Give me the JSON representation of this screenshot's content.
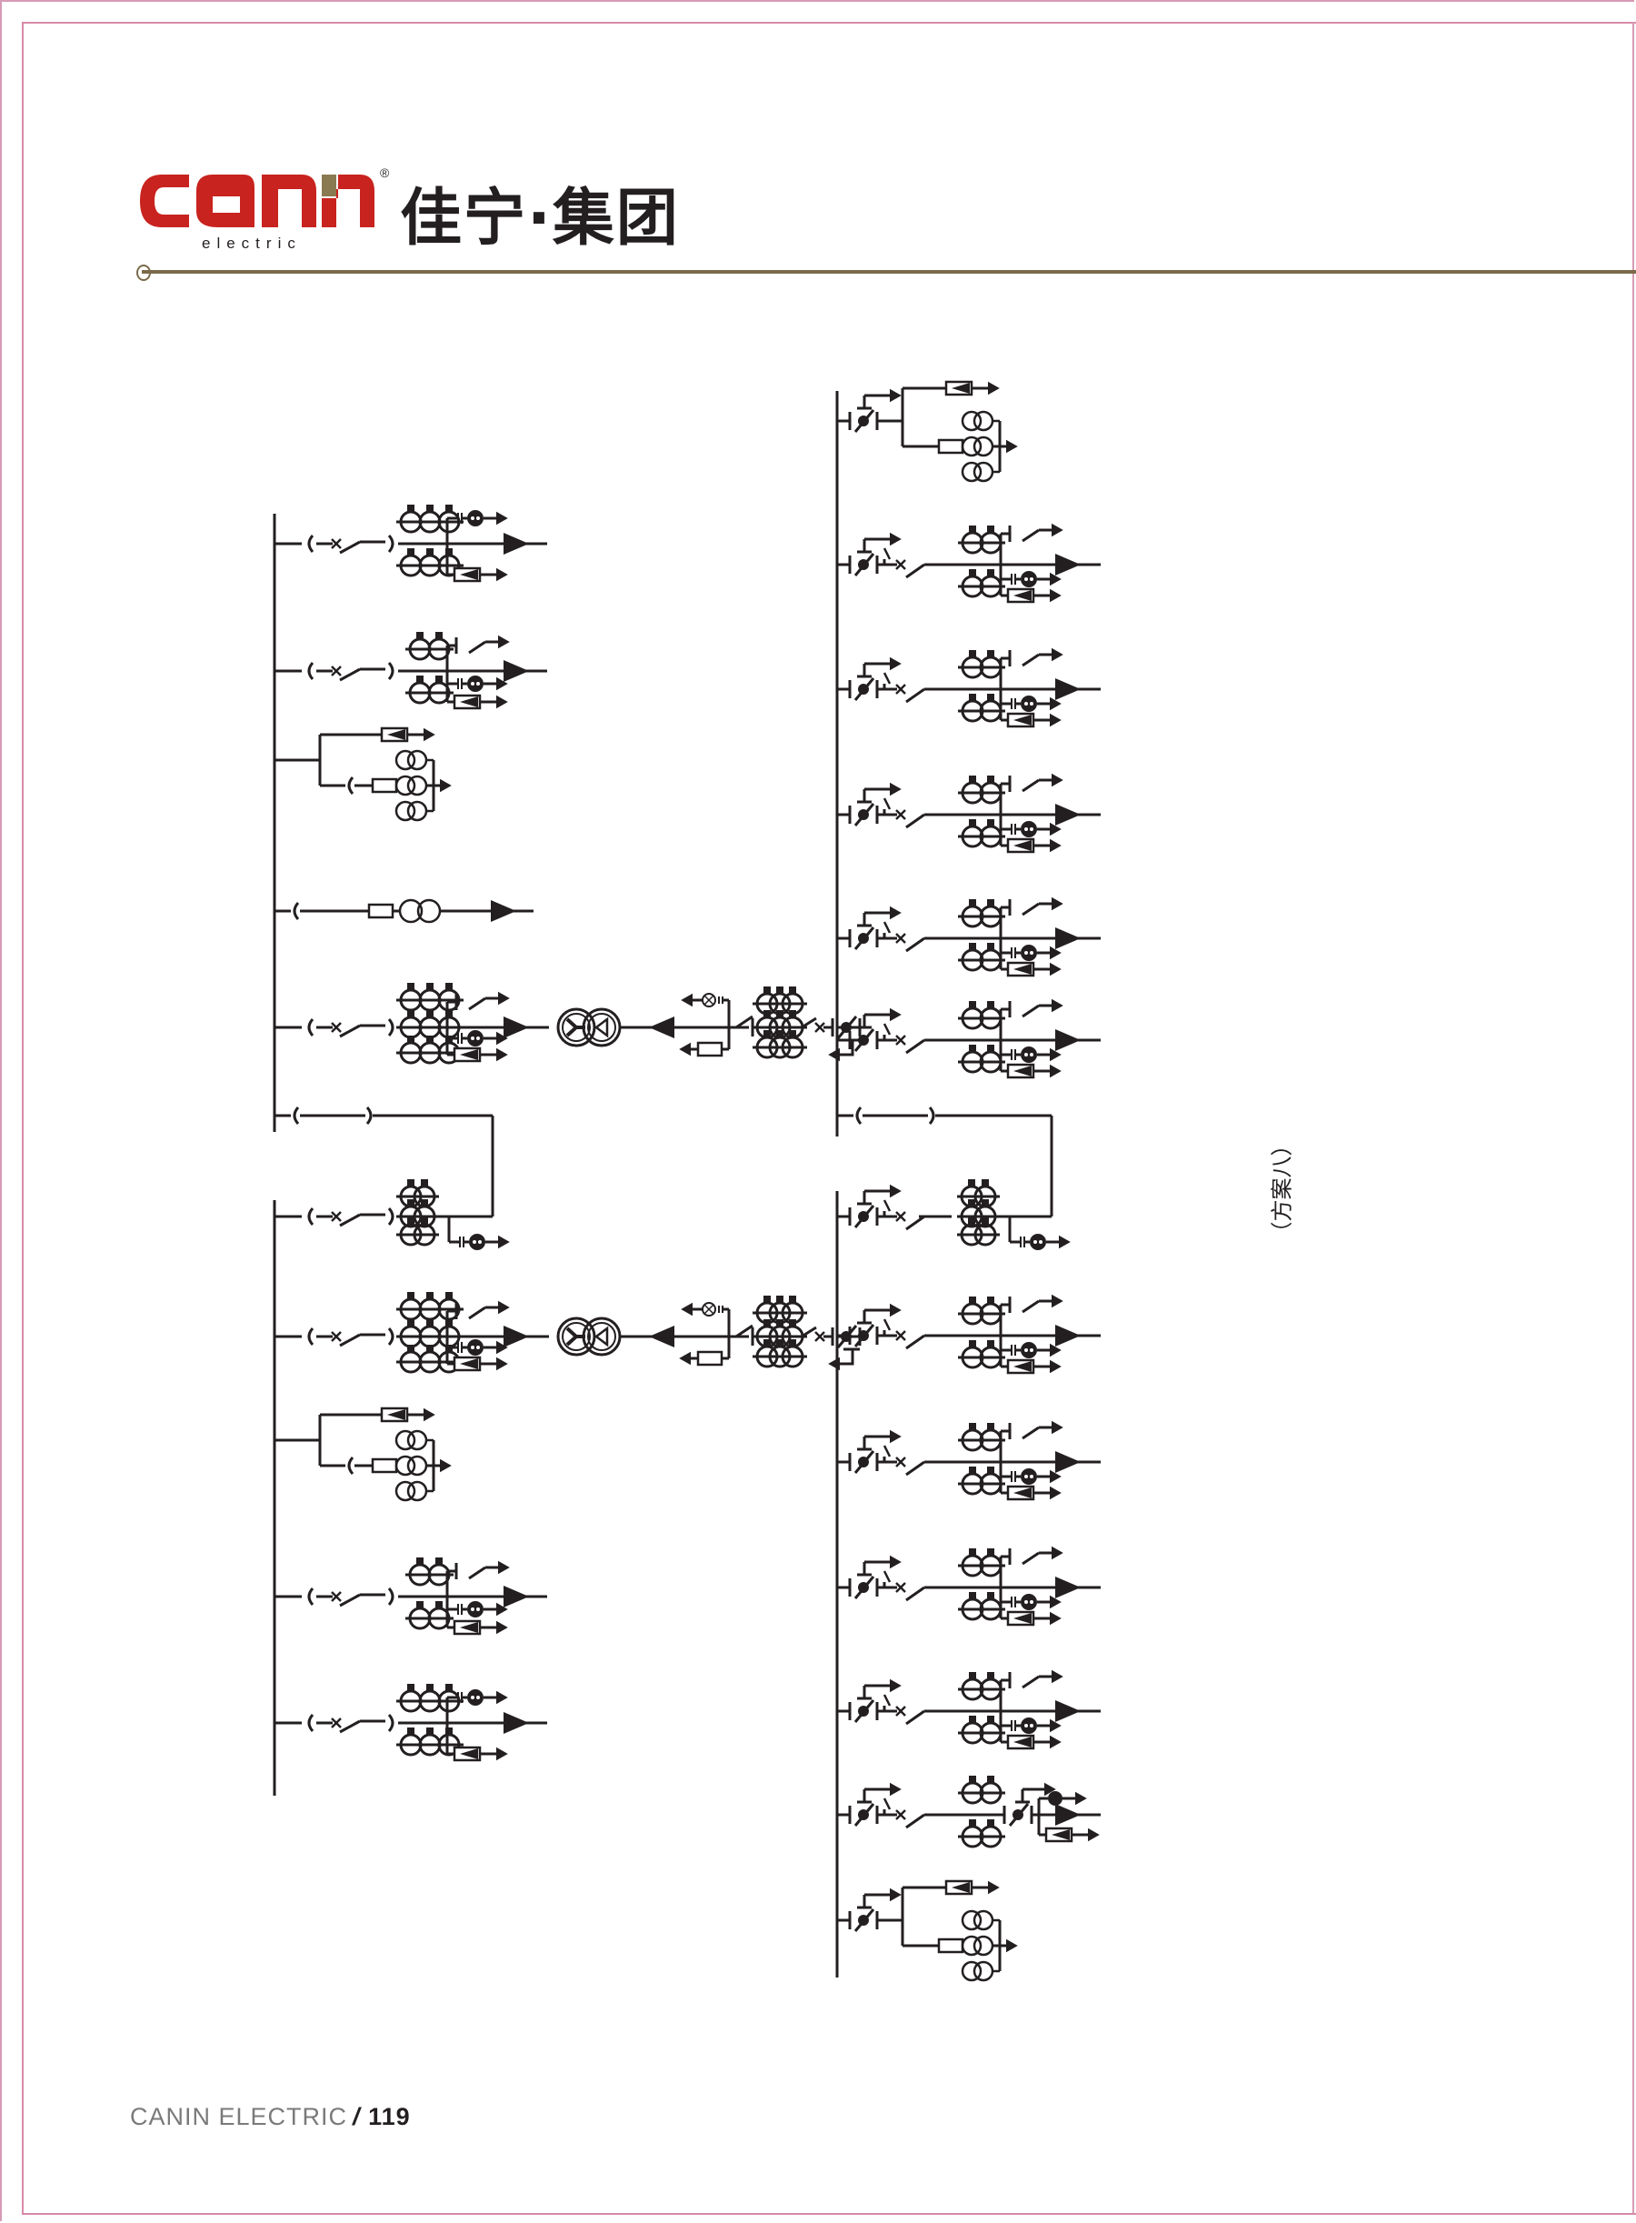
{
  "header": {
    "brand_latin": "canin",
    "brand_registered": "®",
    "brand_sub": "electric",
    "brand_cn": "佳宁·集团",
    "brand_colors": {
      "red": "#c8231e",
      "bronze": "#7a6a4a",
      "frame_pink": "#d79ab5"
    }
  },
  "diagram": {
    "caption": "（方案八）",
    "sections": [
      {
        "side": "left",
        "part": "upper",
        "feeders": [
          "ct-lightning",
          "ct-earth",
          "pt-fuse",
          "station-transformer",
          "incoming-transformer",
          "bus-tie-link"
        ]
      },
      {
        "side": "left",
        "part": "lower",
        "feeders": [
          "bus-tie-riser",
          "incoming-transformer",
          "pt-fuse",
          "ct-earth",
          "ct-lightning"
        ]
      },
      {
        "side": "right",
        "part": "upper",
        "feeders": [
          "pt-handcart",
          "handcart-ct",
          "handcart-ct",
          "handcart-ct",
          "handcart-ct",
          "handcart-incoming",
          "bus-tie-link"
        ]
      },
      {
        "side": "right",
        "part": "lower",
        "feeders": [
          "handcart-riser",
          "handcart-incoming",
          "handcart-ct",
          "handcart-ct",
          "handcart-ct",
          "handcart-double",
          "pt-handcart"
        ]
      }
    ]
  },
  "footer": {
    "company": "CANIN ELECTRIC",
    "separator": "/",
    "page_number": "119"
  }
}
